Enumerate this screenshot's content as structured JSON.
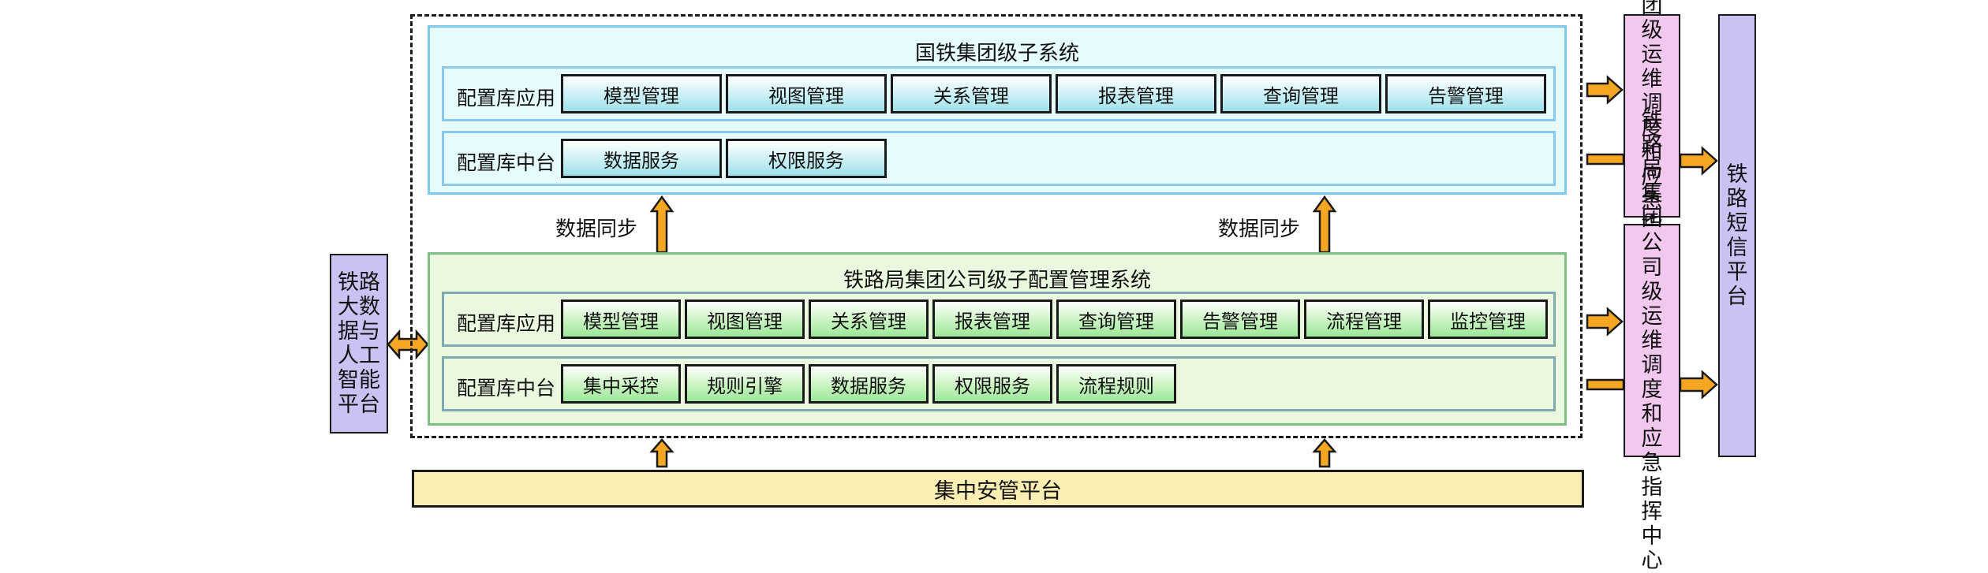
{
  "left_platform": "铁路大数据与人工智能平台",
  "top_subsystem": {
    "title": "国铁集团级子系统",
    "app_row_label": "配置库应用",
    "app_modules": [
      "模型管理",
      "视图管理",
      "关系管理",
      "报表管理",
      "查询管理",
      "告警管理"
    ],
    "mid_row_label": "配置库中台",
    "mid_modules": [
      "数据服务",
      "权限服务"
    ]
  },
  "sync_label_left": "数据同步",
  "sync_label_right": "数据同步",
  "bottom_subsystem": {
    "title": "铁路局集团公司级子配置管理系统",
    "app_row_label": "配置库应用",
    "app_modules": [
      "模型管理",
      "视图管理",
      "关系管理",
      "报表管理",
      "查询管理",
      "告警管理",
      "流程管理",
      "监控管理"
    ],
    "mid_row_label": "配置库中台",
    "mid_modules": [
      "集中采控",
      "规则引擎",
      "数据服务",
      "权限服务",
      "流程规则"
    ]
  },
  "security_platform": "集中安管平台",
  "right_top_center": "国铁集团级运维调度和应急指挥中心",
  "right_bottom_center": "铁路局集团公司级运维调度和应急指挥中心",
  "sms_platform": "铁路短信平台",
  "colors": {
    "arrow_fill": "#f5a623",
    "top_module": "#a8e4ee",
    "bottom_module": "#a0e89d",
    "purple_box": "#c9c3f4",
    "pink_box": "#f3c8ee",
    "yellow_bar": "#faeeb3"
  }
}
